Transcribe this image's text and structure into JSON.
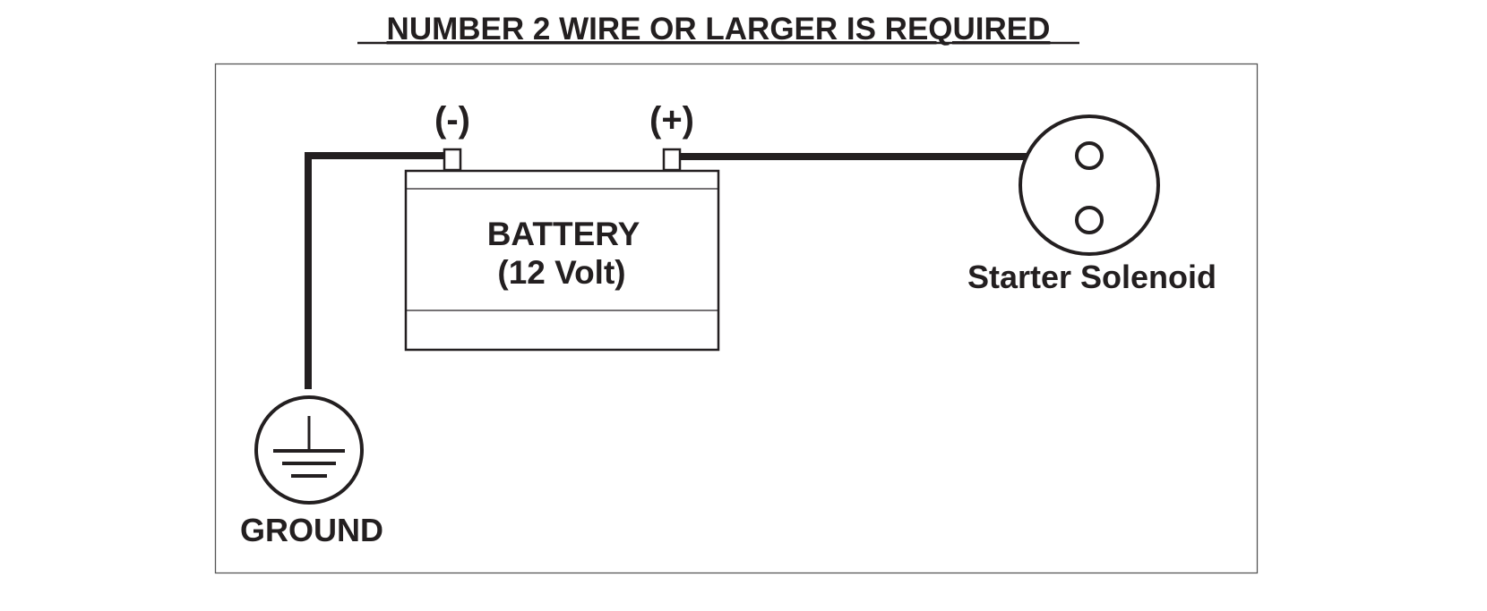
{
  "title": "NUMBER 2 WIRE OR LARGER IS REQUIRED",
  "battery": {
    "name": "BATTERY",
    "rating": "(12 Volt)",
    "negative_terminal_label": "(-)",
    "positive_terminal_label": "(+)"
  },
  "solenoid": {
    "label": "Starter Solenoid"
  },
  "ground": {
    "label": "GROUND"
  },
  "colors": {
    "line": "#231f20",
    "background": "#ffffff",
    "frame": "#555555"
  }
}
